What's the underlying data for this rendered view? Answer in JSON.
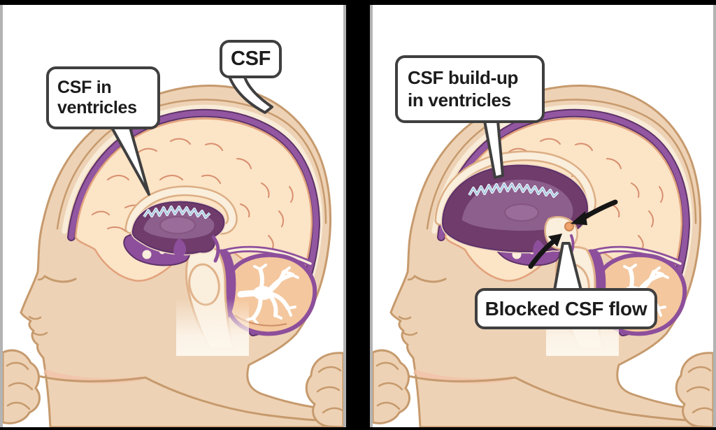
{
  "figure": {
    "subject": "Infant brain CSF comparison diagram",
    "panels": {
      "normal": {
        "callout_ventricles_line1": "CSF in",
        "callout_ventricles_line2": "ventricles",
        "callout_csf": "CSF"
      },
      "hydrocephalus": {
        "callout_buildup_line1": "CSF build-up",
        "callout_buildup_line2": "in ventricles",
        "callout_blocked": "Blocked CSF flow"
      }
    },
    "colors": {
      "skin": "#eed2b5",
      "skin_outline": "#c69a6d",
      "brain": "#fce4c6",
      "csf_purple": "#9257a0",
      "ventricle_dark": "#6f3c6b",
      "cream": "#faeedc",
      "cerebellum": "#f4c79e",
      "choroid_blue": "#a5c9e2",
      "label_border": "#3f3f3f",
      "frame_black": "#000000",
      "frame_gray": "#b3b3b3"
    }
  }
}
